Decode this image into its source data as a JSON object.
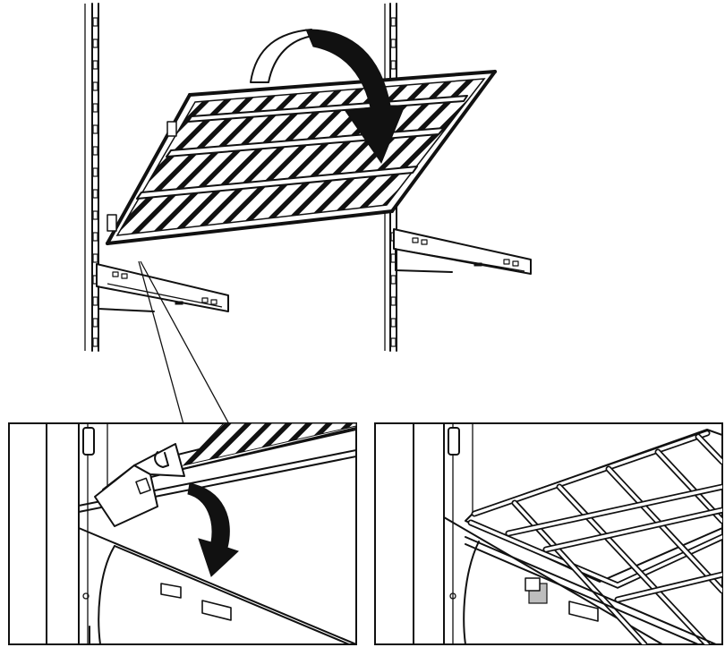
{
  "figure": {
    "panels": [
      "overview",
      "detail-tilt",
      "detail-installed"
    ],
    "icons": [
      "curved-arrow-icon",
      "curved-arrow-icon"
    ]
  }
}
